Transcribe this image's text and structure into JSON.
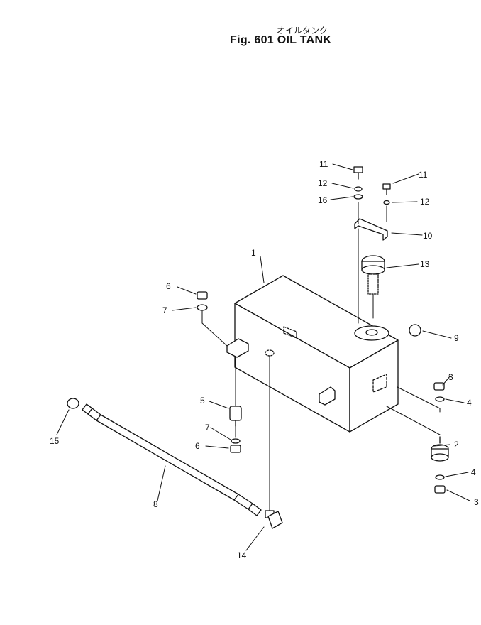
{
  "title": {
    "japanese": "オイルタンク",
    "main": "Fig. 601  OIL  TANK"
  },
  "callouts": [
    {
      "id": "c1",
      "number": "1"
    },
    {
      "id": "c2",
      "number": "2"
    },
    {
      "id": "c3a",
      "number": "3"
    },
    {
      "id": "c3b",
      "number": "3"
    },
    {
      "id": "c4a",
      "number": "4"
    },
    {
      "id": "c4b",
      "number": "4"
    },
    {
      "id": "c5",
      "number": "5"
    },
    {
      "id": "c6a",
      "number": "6"
    },
    {
      "id": "c6b",
      "number": "6"
    },
    {
      "id": "c7a",
      "number": "7"
    },
    {
      "id": "c7b",
      "number": "7"
    },
    {
      "id": "c8",
      "number": "8"
    },
    {
      "id": "c9",
      "number": "9"
    },
    {
      "id": "c10",
      "number": "10"
    },
    {
      "id": "c11a",
      "number": "11"
    },
    {
      "id": "c11b",
      "number": "11"
    },
    {
      "id": "c12a",
      "number": "12"
    },
    {
      "id": "c12b",
      "number": "12"
    },
    {
      "id": "c13",
      "number": "13"
    },
    {
      "id": "c14",
      "number": "14"
    },
    {
      "id": "c15",
      "number": "15"
    },
    {
      "id": "c16",
      "number": "16"
    }
  ]
}
